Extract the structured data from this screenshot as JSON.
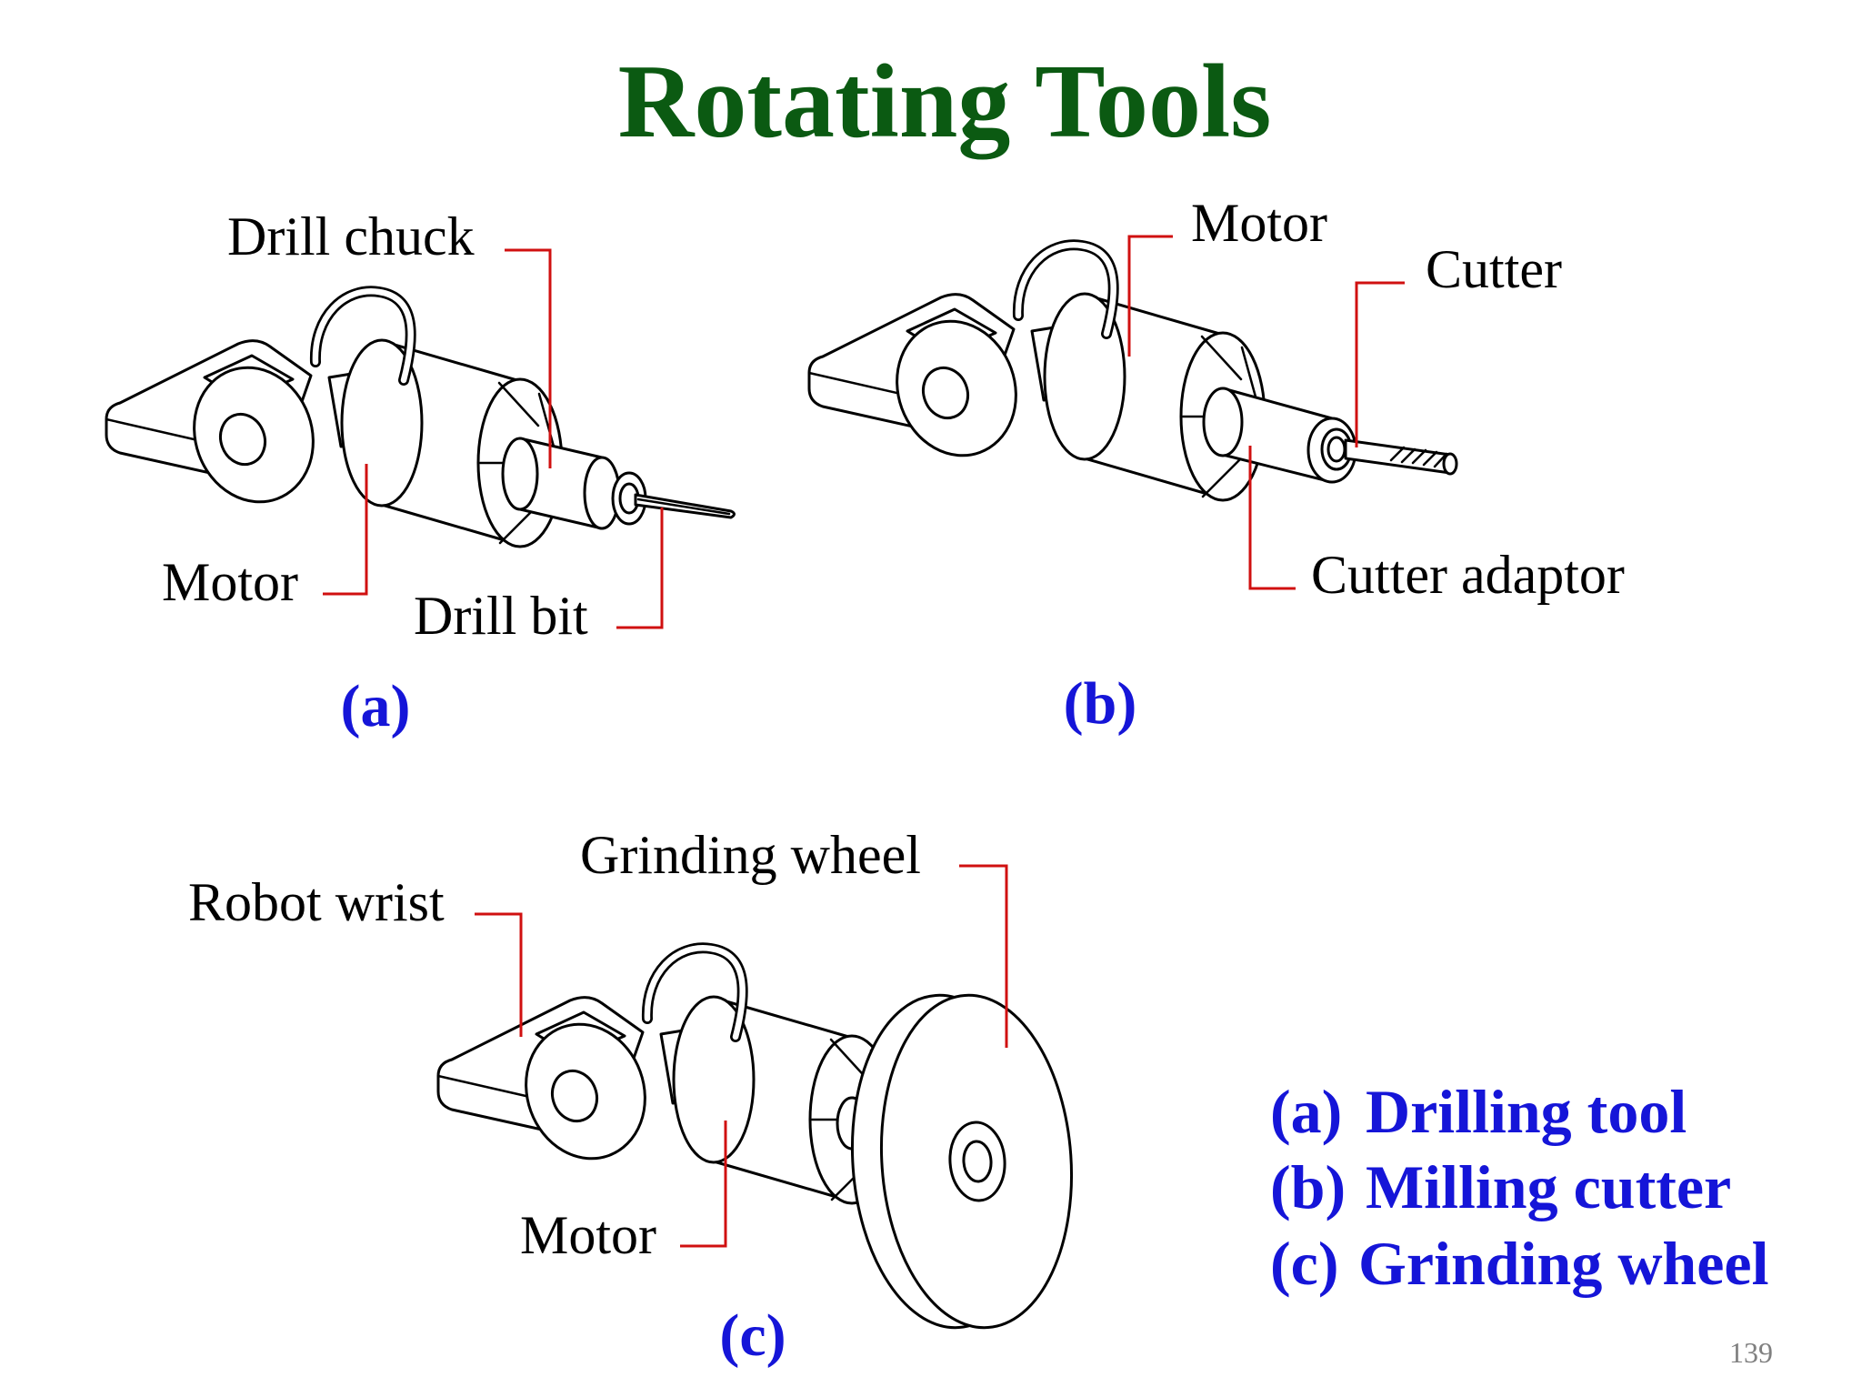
{
  "title": "Rotating Tools",
  "colors": {
    "title": "#0b5a12",
    "caption": "#1515d8",
    "leader": "#d01010",
    "page_number": "#808080"
  },
  "panels": {
    "a": {
      "caption": "(a)",
      "labels": {
        "drill_chuck": "Drill chuck",
        "motor": "Motor",
        "drill_bit": "Drill bit"
      }
    },
    "b": {
      "caption": "(b)",
      "labels": {
        "motor": "Motor",
        "cutter": "Cutter",
        "cutter_adaptor": "Cutter adaptor"
      }
    },
    "c": {
      "caption": "(c)",
      "labels": {
        "grinding_wheel": "Grinding wheel",
        "robot_wrist": "Robot wrist",
        "motor": "Motor"
      }
    }
  },
  "legend": [
    {
      "tag": "(a)",
      "text": "Drilling tool"
    },
    {
      "tag": "(b)",
      "text": "Milling cutter"
    },
    {
      "tag": "(c)",
      "text": "Grinding wheel"
    }
  ],
  "page_number": "139"
}
